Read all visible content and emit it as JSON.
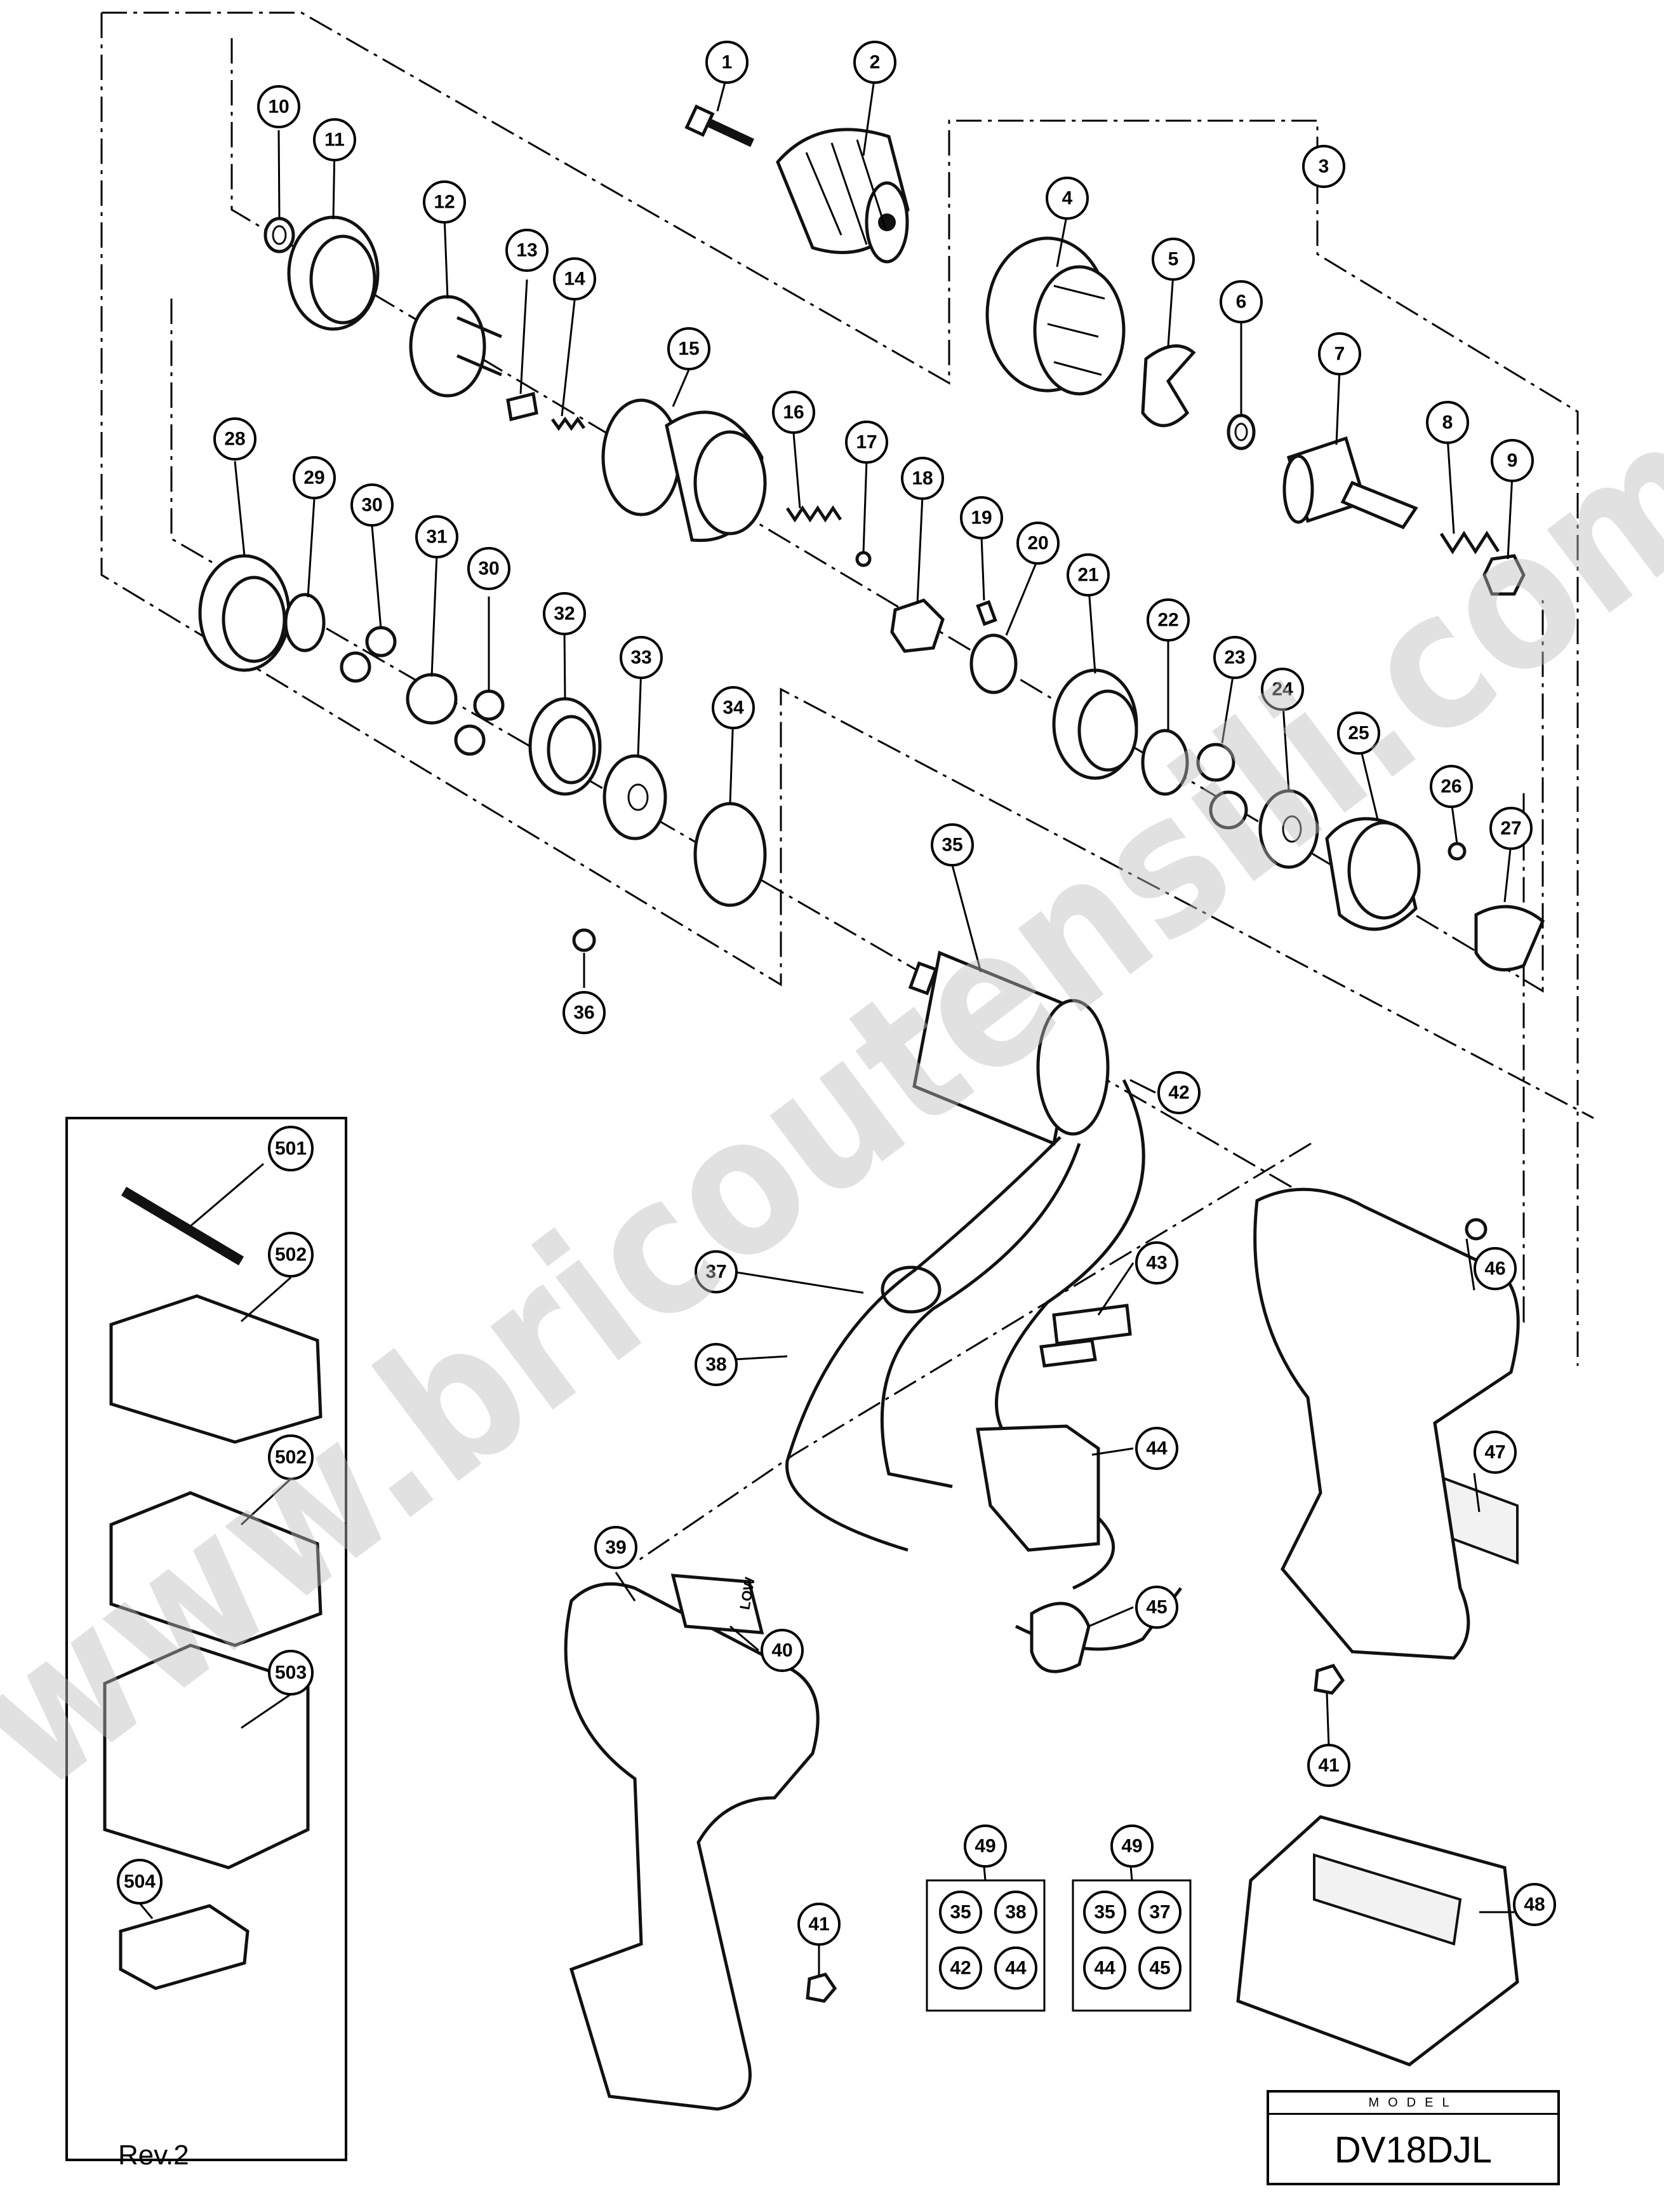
{
  "diagram": {
    "callouts": [
      "1",
      "2",
      "3",
      "4",
      "5",
      "6",
      "7",
      "8",
      "9",
      "10",
      "11",
      "12",
      "13",
      "14",
      "15",
      "16",
      "17",
      "18",
      "19",
      "20",
      "21",
      "22",
      "23",
      "24",
      "25",
      "26",
      "27",
      "28",
      "29",
      "30",
      "31",
      "32",
      "33",
      "34",
      "35",
      "36",
      "37",
      "38",
      "39",
      "40",
      "41",
      "42",
      "43",
      "44",
      "45",
      "46",
      "47",
      "48",
      "49",
      "501",
      "502",
      "503",
      "504"
    ],
    "kit_a": [
      "35",
      "38",
      "42",
      "44"
    ],
    "kit_b": [
      "35",
      "37",
      "44",
      "45"
    ],
    "switch_marking": "LOW",
    "watermark": "www.bricoutensili.com"
  },
  "footer": {
    "revision": "Rev.2",
    "model_caption": "MODEL",
    "model_name": "DV18DJL"
  }
}
